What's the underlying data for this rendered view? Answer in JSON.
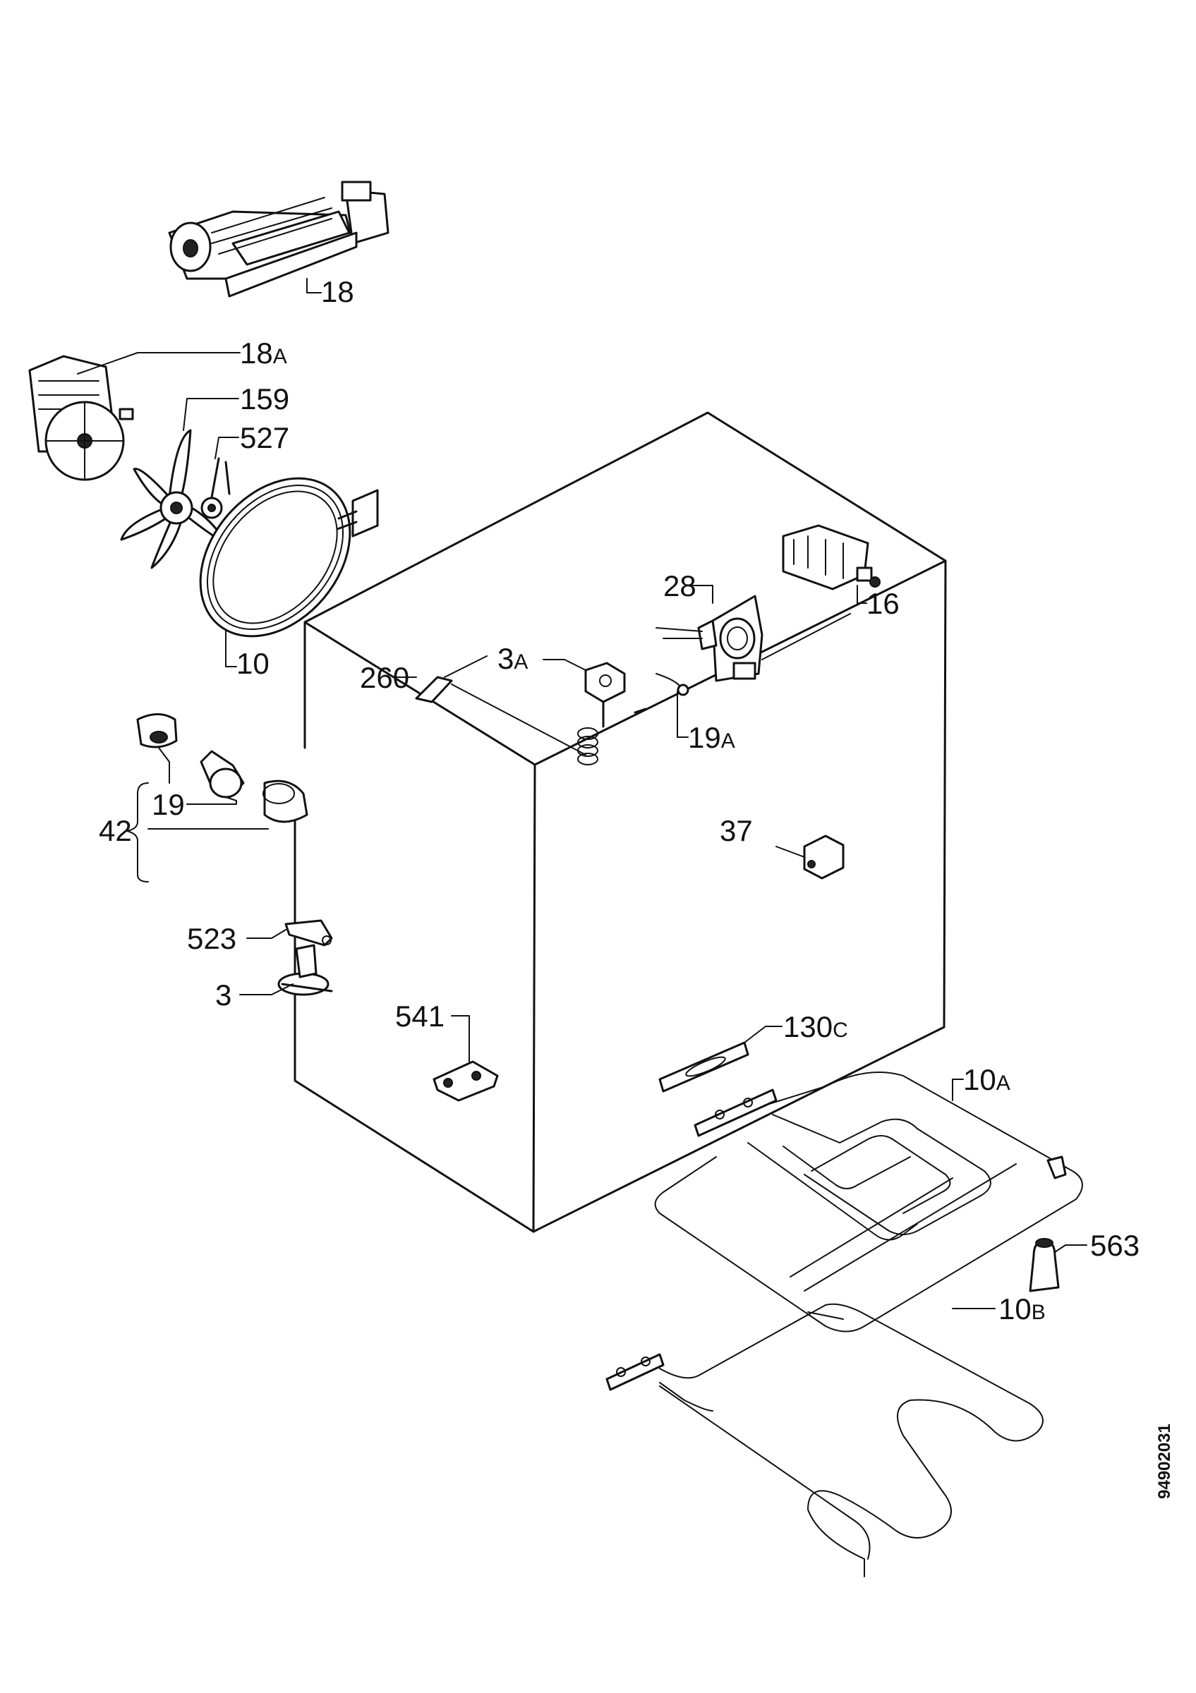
{
  "drawing_code": "94902031",
  "labels": {
    "l18": {
      "num": "18",
      "suffix": ""
    },
    "l18a": {
      "num": "18",
      "suffix": "A"
    },
    "l159": {
      "num": "159",
      "suffix": ""
    },
    "l527": {
      "num": "527",
      "suffix": ""
    },
    "l10": {
      "num": "10",
      "suffix": ""
    },
    "l28": {
      "num": "28",
      "suffix": ""
    },
    "l16": {
      "num": "16",
      "suffix": ""
    },
    "l260": {
      "num": "260",
      "suffix": ""
    },
    "l3a": {
      "num": "3",
      "suffix": "A"
    },
    "l19a": {
      "num": "19",
      "suffix": "A"
    },
    "l42": {
      "num": "42",
      "suffix": ""
    },
    "l19": {
      "num": "19",
      "suffix": ""
    },
    "l37": {
      "num": "37",
      "suffix": ""
    },
    "l523": {
      "num": "523",
      "suffix": ""
    },
    "l3": {
      "num": "3",
      "suffix": ""
    },
    "l541": {
      "num": "541",
      "suffix": ""
    },
    "l130c": {
      "num": "130",
      "suffix": "C"
    },
    "l10a": {
      "num": "10",
      "suffix": "A"
    },
    "l563": {
      "num": "563",
      "suffix": ""
    },
    "l10b": {
      "num": "10",
      "suffix": "B"
    }
  }
}
